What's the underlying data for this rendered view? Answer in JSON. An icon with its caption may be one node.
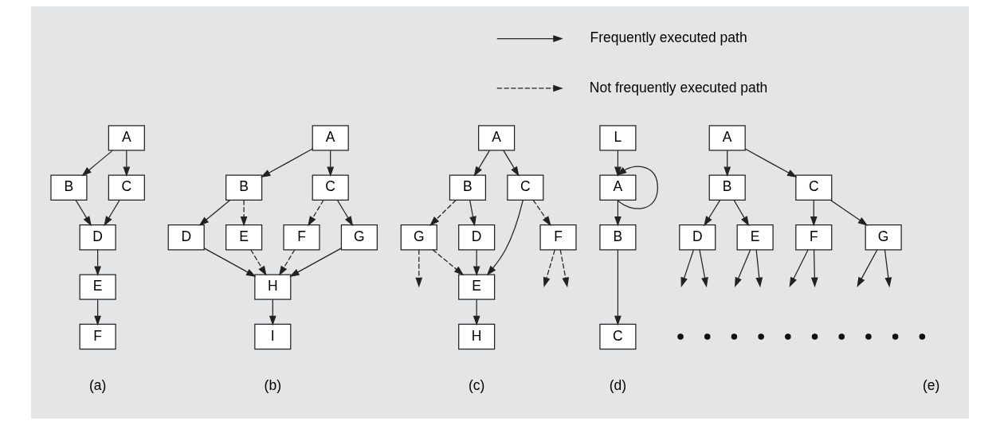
{
  "diagram": {
    "nodes": [
      {
        "text": [
          "A"
        ]
      },
      {
        "text": [
          "B"
        ]
      },
      {
        "text": [
          "C"
        ]
      },
      {
        "text": [
          "D"
        ]
      },
      {
        "text": [
          "E"
        ]
      },
      {
        "text": [
          "F"
        ]
      },
      {
        "text": [
          "A"
        ]
      },
      {
        "text": [
          "B"
        ]
      },
      {
        "text": [
          "C"
        ]
      },
      {
        "text": [
          "D"
        ]
      },
      {
        "text": [
          "E"
        ]
      },
      {
        "text": [
          "F"
        ]
      },
      {
        "text": [
          "G"
        ]
      },
      {
        "text": [
          "H"
        ]
      },
      {
        "text": [
          "I"
        ]
      },
      {
        "text": [
          "A"
        ]
      },
      {
        "text": [
          "B"
        ]
      },
      {
        "text": [
          "C"
        ]
      },
      {
        "text": [
          "G"
        ]
      },
      {
        "text": [
          "D"
        ]
      },
      {
        "text": [
          "F"
        ]
      },
      {
        "text": [
          "E"
        ]
      },
      {
        "text": [
          "H"
        ]
      },
      {
        "text": [
          "L"
        ]
      },
      {
        "text": [
          "A"
        ]
      },
      {
        "text": [
          "B"
        ]
      },
      {
        "text": [
          "C"
        ]
      },
      {
        "text": [
          "A"
        ]
      },
      {
        "text": [
          "B"
        ]
      },
      {
        "text": [
          "C"
        ]
      },
      {
        "text": [
          "D"
        ]
      },
      {
        "text": [
          "E"
        ]
      },
      {
        "text": [
          "F"
        ]
      },
      {
        "text": [
          "G"
        ]
      }
    ],
    "edges": [
      {
        "from": 0,
        "to": 1,
        "arrow": "to"
      },
      {
        "from": 0,
        "to": 2,
        "arrow": "to"
      },
      {
        "from": 1,
        "to": 3,
        "arrow": "to"
      },
      {
        "from": 2,
        "to": 3,
        "arrow": "to"
      },
      {
        "from": 3,
        "to": 4,
        "arrow": "to"
      },
      {
        "from": 4,
        "to": 5,
        "arrow": "to"
      },
      {
        "from": 6,
        "to": 7,
        "arrow": "to"
      },
      {
        "from": 6,
        "to": 8,
        "arrow": "to"
      },
      {
        "from": 7,
        "to": 9,
        "arrow": "to"
      },
      {
        "from": 7,
        "to": 10,
        "arrow": "to",
        "style": "dashed"
      },
      {
        "from": 8,
        "to": 11,
        "arrow": "to",
        "style": "dashed"
      },
      {
        "from": 8,
        "to": 12,
        "arrow": "to"
      },
      {
        "from": 9,
        "to": 13,
        "arrow": "to"
      },
      {
        "from": 10,
        "to": 13,
        "arrow": "to",
        "style": "dashed"
      },
      {
        "from": 11,
        "to": 13,
        "arrow": "to",
        "style": "dashed"
      },
      {
        "from": 12,
        "to": 13,
        "arrow": "to"
      },
      {
        "from": 13,
        "to": 14,
        "arrow": "to"
      },
      {
        "from": 15,
        "to": 16,
        "arrow": "to"
      },
      {
        "from": 15,
        "to": 17,
        "arrow": "to"
      },
      {
        "from": 16,
        "to": 18,
        "arrow": "to",
        "style": "dashed"
      },
      {
        "from": 16,
        "to": 19,
        "arrow": "to"
      },
      {
        "from": 17,
        "to": 20,
        "arrow": "to",
        "style": "dashed"
      },
      {
        "from": 18,
        "to": null,
        "arrow": "to",
        "style": "dashed"
      },
      {
        "from": 18,
        "to": 21,
        "arrow": "to",
        "style": "dashed"
      },
      {
        "from": 19,
        "to": 21,
        "arrow": "to"
      },
      {
        "from": 17,
        "to": 21,
        "arrow": "to"
      },
      {
        "from": 20,
        "to": null,
        "arrow": "to",
        "style": "dashed"
      },
      {
        "from": 20,
        "to": null,
        "arrow": "to",
        "style": "dashed"
      },
      {
        "from": 21,
        "to": 22,
        "arrow": "to"
      },
      {
        "from": 23,
        "to": 24,
        "arrow": "to"
      },
      {
        "from": 24,
        "to": 24,
        "arrow": "to"
      },
      {
        "from": 24,
        "to": 25,
        "arrow": "to"
      },
      {
        "from": 25,
        "to": 26,
        "arrow": "to"
      },
      {
        "from": 27,
        "to": 28,
        "arrow": "to"
      },
      {
        "from": 27,
        "to": 29,
        "arrow": "to"
      },
      {
        "from": 28,
        "to": 30,
        "arrow": "to"
      },
      {
        "from": 28,
        "to": 31,
        "arrow": "to"
      },
      {
        "from": 29,
        "to": 32,
        "arrow": "to"
      },
      {
        "from": 29,
        "to": 33,
        "arrow": "to"
      },
      {
        "from": 30,
        "to": null,
        "arrow": "to"
      },
      {
        "from": 30,
        "to": null,
        "arrow": "to"
      },
      {
        "from": 31,
        "to": null,
        "arrow": "to"
      },
      {
        "from": 31,
        "to": null,
        "arrow": "to"
      },
      {
        "from": 32,
        "to": null,
        "arrow": "to"
      },
      {
        "from": 32,
        "to": null,
        "arrow": "to"
      },
      {
        "from": 33,
        "to": null,
        "arrow": "to"
      },
      {
        "from": 33,
        "to": null,
        "arrow": "to"
      }
    ],
    "labels": [
      "(a)",
      "(b)",
      "(c)",
      "(d)",
      "(e)"
    ],
    "legend": [
      {
        "text": "Frequently executed path"
      },
      {
        "text": "Not frequently executed path"
      }
    ]
  }
}
